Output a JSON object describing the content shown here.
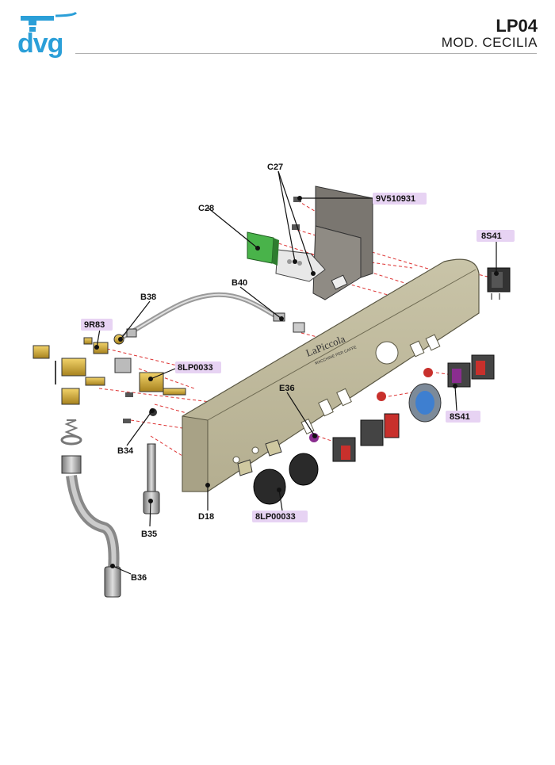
{
  "header": {
    "model_code": "LP04",
    "model_name": "MOD. CECILIA",
    "logo_text": "dvg"
  },
  "panel": {
    "brand_line1": "LaPiccola",
    "brand_line2": "MACCHINE PER CAFFE"
  },
  "parts": {
    "c27": "C27",
    "v9": "9V510931",
    "c28": "C28",
    "s41_top": "8S41",
    "b38": "B38",
    "b40": "B40",
    "r83": "9R83",
    "lp0033": "8LP0033",
    "e36": "E36",
    "s41_right": "8S41",
    "b34": "B34",
    "b35": "B35",
    "d18": "D18",
    "lp00033": "8LP00033",
    "b36": "B36"
  },
  "colors": {
    "brand_blue": "#2b9fd8",
    "callout": "#e7d3f3",
    "switch_red": "#c8302c",
    "switch_purple": "#8a2d8f",
    "card_green": "#49b34a"
  }
}
